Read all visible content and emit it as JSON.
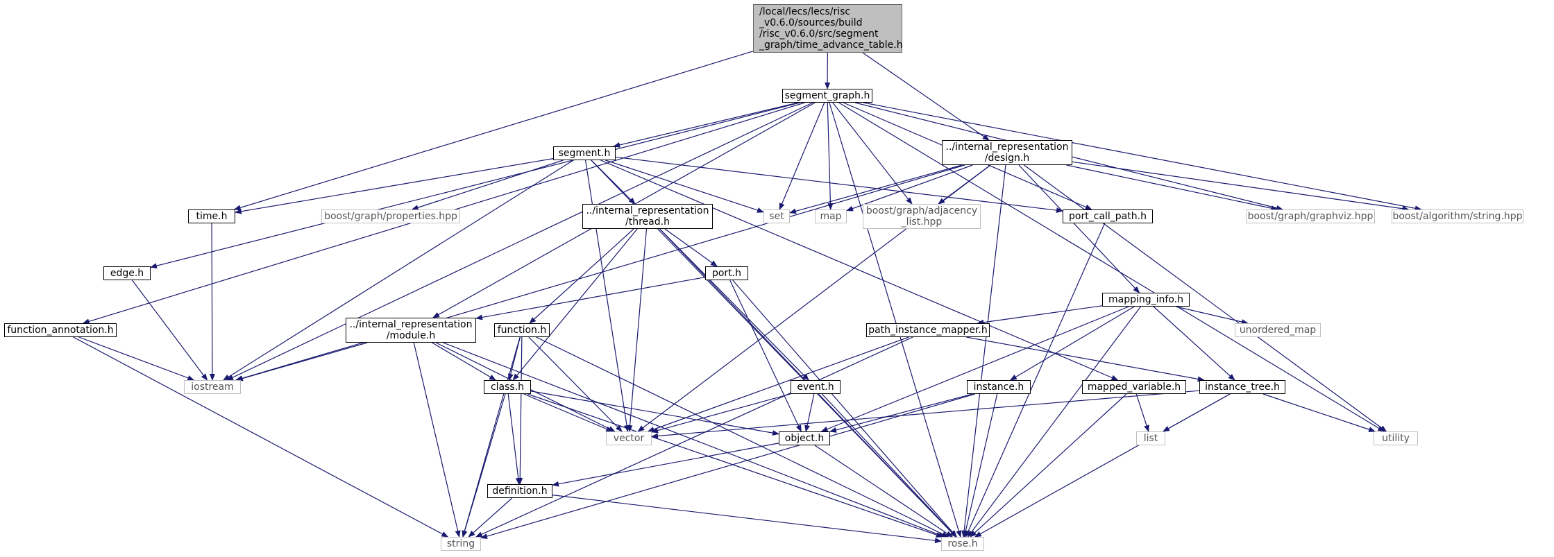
{
  "colors": {
    "edge": "#191970",
    "root_fill": "#bfbfbf",
    "external_border": "#bfbfbf",
    "internal_border": "#000000"
  },
  "nodes": {
    "root": "/local/lecs/lecs/risc\n_v0.6.0/sources/build\n/risc_v0.6.0/src/segment\n_graph/time_advance_table.h",
    "segment_graph": "segment_graph.h",
    "segment": "segment.h",
    "design": "../internal_representation\n/design.h",
    "time": "time.h",
    "properties": "boost/graph/properties.hpp",
    "thread": "../internal_representation\n/thread.h",
    "set": "set",
    "map": "map",
    "adjacency": "boost/graph/adjacency\n_list.hpp",
    "port_call_path": "port_call_path.h",
    "graphviz": "boost/graph/graphviz.hpp",
    "algorithm": "boost/algorithm/string.hpp",
    "edge": "edge.h",
    "port": "port.h",
    "mapping_info": "mapping_info.h",
    "function_annotation": "function_annotation.h",
    "module": "../internal_representation\n/module.h",
    "function": "function.h",
    "path_instance_mapper": "path_instance_mapper.h",
    "unordered_map": "unordered_map",
    "iostream": "iostream",
    "class": "class.h",
    "event": "event.h",
    "instance": "instance.h",
    "mapped_variable": "mapped_variable.h",
    "instance_tree": "instance_tree.h",
    "vector": "vector",
    "object": "object.h",
    "list": "list",
    "utility": "utility",
    "definition": "definition.h",
    "string": "string",
    "rose": "rose.h"
  },
  "edges": [
    [
      "root",
      "segment_graph"
    ],
    [
      "root",
      "time"
    ],
    [
      "root",
      "design"
    ],
    [
      "segment_graph",
      "segment"
    ],
    [
      "segment_graph",
      "set"
    ],
    [
      "segment_graph",
      "map"
    ],
    [
      "segment_graph",
      "adjacency"
    ],
    [
      "segment_graph",
      "port_call_path"
    ],
    [
      "segment_graph",
      "graphviz"
    ],
    [
      "segment_graph",
      "algorithm"
    ],
    [
      "segment_graph",
      "utility"
    ],
    [
      "segment_graph",
      "rose"
    ],
    [
      "segment_graph",
      "iostream"
    ],
    [
      "segment_graph",
      "function_annotation"
    ],
    [
      "segment_graph",
      "edge"
    ],
    [
      "segment_graph",
      "module"
    ],
    [
      "segment",
      "time"
    ],
    [
      "segment",
      "properties"
    ],
    [
      "segment",
      "thread"
    ],
    [
      "segment",
      "set"
    ],
    [
      "segment",
      "port_call_path"
    ],
    [
      "segment",
      "mapped_variable"
    ],
    [
      "segment",
      "vector"
    ],
    [
      "segment",
      "iostream"
    ],
    [
      "segment",
      "rose"
    ],
    [
      "design",
      "set"
    ],
    [
      "design",
      "map"
    ],
    [
      "design",
      "adjacency"
    ],
    [
      "design",
      "graphviz"
    ],
    [
      "design",
      "algorithm"
    ],
    [
      "design",
      "mapping_info"
    ],
    [
      "design",
      "vector"
    ],
    [
      "design",
      "iostream"
    ],
    [
      "design",
      "utility"
    ],
    [
      "design",
      "rose"
    ],
    [
      "time",
      "iostream"
    ],
    [
      "thread",
      "port"
    ],
    [
      "thread",
      "function"
    ],
    [
      "thread",
      "class"
    ],
    [
      "thread",
      "vector"
    ],
    [
      "thread",
      "event"
    ],
    [
      "thread",
      "rose"
    ],
    [
      "port_call_path",
      "rose"
    ],
    [
      "edge",
      "iostream"
    ],
    [
      "port",
      "module"
    ],
    [
      "port",
      "object"
    ],
    [
      "port",
      "rose"
    ],
    [
      "mapping_info",
      "path_instance_mapper"
    ],
    [
      "mapping_info",
      "unordered_map"
    ],
    [
      "mapping_info",
      "instance"
    ],
    [
      "mapping_info",
      "instance_tree"
    ],
    [
      "mapping_info",
      "object"
    ],
    [
      "mapping_info",
      "rose"
    ],
    [
      "function_annotation",
      "iostream"
    ],
    [
      "function_annotation",
      "string"
    ],
    [
      "module",
      "iostream"
    ],
    [
      "module",
      "class"
    ],
    [
      "module",
      "vector"
    ],
    [
      "module",
      "string"
    ],
    [
      "module",
      "rose"
    ],
    [
      "function",
      "class"
    ],
    [
      "function",
      "vector"
    ],
    [
      "function",
      "definition"
    ],
    [
      "function",
      "string"
    ],
    [
      "function",
      "rose"
    ],
    [
      "path_instance_mapper",
      "vector"
    ],
    [
      "path_instance_mapper",
      "instance_tree"
    ],
    [
      "path_instance_mapper",
      "string"
    ],
    [
      "class",
      "vector"
    ],
    [
      "class",
      "object"
    ],
    [
      "class",
      "definition"
    ],
    [
      "class",
      "string"
    ],
    [
      "class",
      "rose"
    ],
    [
      "event",
      "vector"
    ],
    [
      "event",
      "object"
    ],
    [
      "event",
      "rose"
    ],
    [
      "instance",
      "object"
    ],
    [
      "instance",
      "rose"
    ],
    [
      "instance",
      "string"
    ],
    [
      "mapped_variable",
      "list"
    ],
    [
      "mapped_variable",
      "rose"
    ],
    [
      "instance_tree",
      "vector"
    ],
    [
      "instance_tree",
      "list"
    ],
    [
      "instance_tree",
      "utility"
    ],
    [
      "instance_tree",
      "rose"
    ],
    [
      "object",
      "definition"
    ],
    [
      "object",
      "rose"
    ],
    [
      "definition",
      "string"
    ],
    [
      "definition",
      "rose"
    ]
  ]
}
